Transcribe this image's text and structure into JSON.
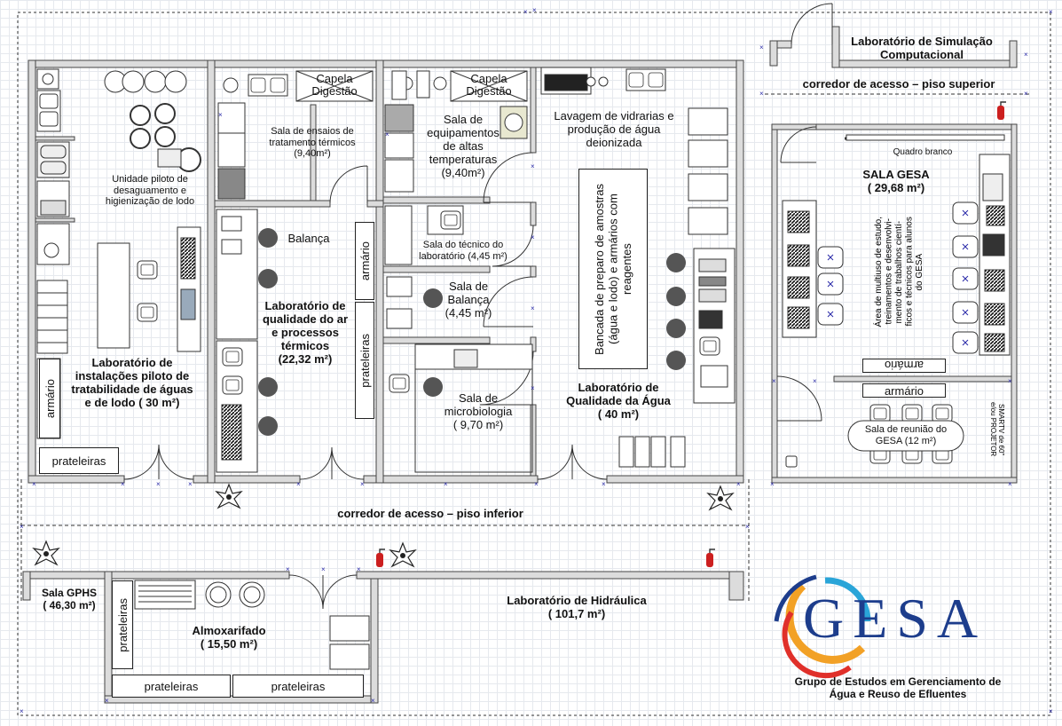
{
  "plan": {
    "rooms": {
      "lab_piloto": "Laboratório de\ninstalações piloto de\ntratabilidade de águas\ne de lodo ( 30 m²)",
      "unidade_piloto": "Unidade piloto de\ndesaguamento e\nhigienização de lodo",
      "ensaios": "Sala de ensaios de\ntratamento térmicos\n(9,40m²)",
      "capela1": "Capela\nDigestão",
      "capela2": "Capela\nDigestão",
      "altas_temp": "Sala de\nequipamentos\nde altas\ntemperaturas\n(9,40m²)",
      "lavagem": "Lavagem de vidrarias e\nprodução de água\ndeionizada",
      "balanca1": "Balança",
      "lab_ar": "Laboratório de\nqualidade do ar\ne processos\ntérmicos\n(22,32 m²)",
      "tecnico": "Sala do técnico do\nlaboratório (4,45 m²)",
      "sala_balanca": "Sala de\nBalança\n(4,45 m²)",
      "micro": "Sala de\nmicrobiologia\n( 9,70 m²)",
      "bancada": "Bancada de preparo de amostras\n(água e lodo) e armários com\nreagentes",
      "lab_agua": "Laboratório de\nQualidade da Água\n( 40 m²)",
      "sim_comp": "Laboratório de Simulação\nComputacional",
      "corredor_sup": "corredor de acesso – piso superior",
      "quadro": "Quadro branco",
      "sala_gesa": "SALA GESA\n( 29,68 m²)",
      "area_multi": "Área de multiuso de estudo,\ntreinamentos e desenvolvi-\nmento de trabalhos cientí-\nficos e técnicos para alunos\ndo GESA",
      "reuniao": "Sala de reunião do\nGESA (12 m²)",
      "smart_tv": "SMARTV de 60\"\ne/ou PROJETOR",
      "corredor_inf": "corredor de acesso – piso inferior",
      "gphs": "Sala GPHS\n( 46,30 m²)",
      "almox": "Almoxarifado\n( 15,50 m²)",
      "hidraulica": "Laboratório de Hidráulica\n( 101,7 m²)"
    },
    "furniture": {
      "armario1": "armário",
      "armario2": "armário",
      "armario3": "armário",
      "armario4": "armário",
      "prateleiras1": "prateleiras",
      "prateleiras2": "prateleiras",
      "prateleiras3": "prateleiras",
      "prateleiras4": "prateleiras",
      "prateleiras5": "prateleiras"
    }
  },
  "logo": {
    "letters": "GESA",
    "caption": "Grupo de Estudos em Gerenciamento de\nÁgua e Reuso de Efluentes",
    "colors": {
      "blue": "#1d3d8c",
      "red": "#e0302a",
      "orange": "#f2a126",
      "cyan": "#2aa5d8"
    }
  },
  "colors": {
    "wall_fill": "#dcdcdc",
    "wall_stroke": "#444444",
    "extinguisher": "#cc1f1f",
    "selection_mark": "#2a2aa8"
  }
}
